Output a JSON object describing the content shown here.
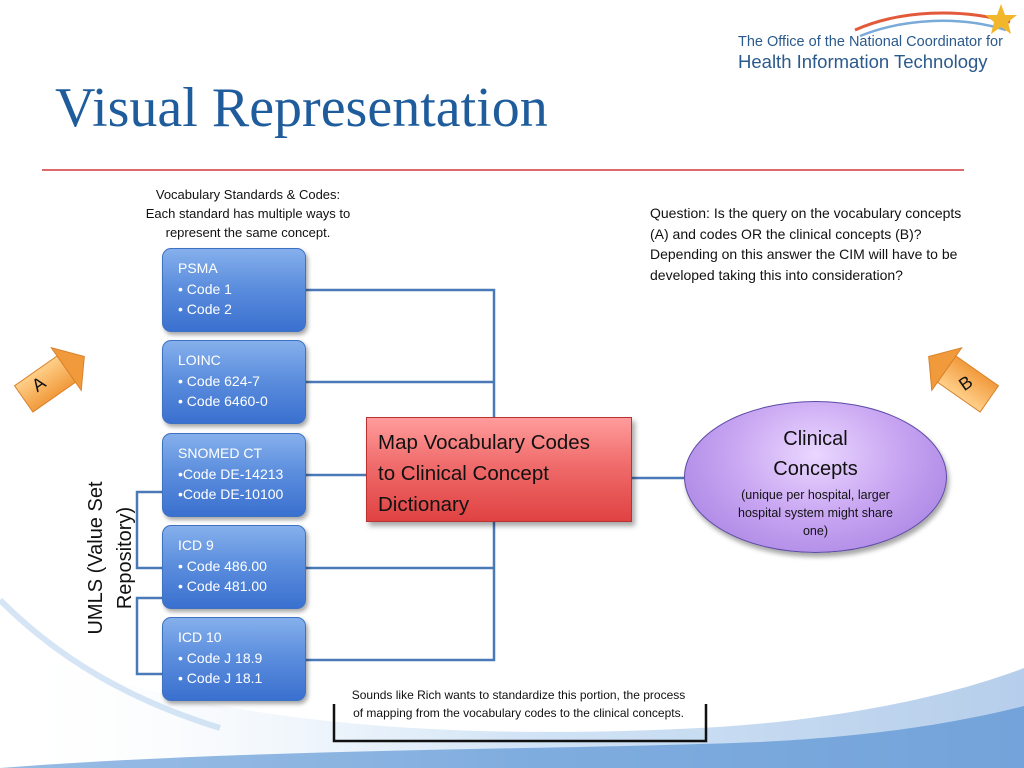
{
  "slide": {
    "title": "Visual Representation",
    "logo": {
      "line1": "The Office of the National Coordinator for",
      "line2": "Health Information Technology",
      "icon": "star-swoosh-icon"
    },
    "vocab_note": [
      "Vocabulary Standards & Codes:",
      "Each standard has multiple ways to",
      "represent the same concept."
    ],
    "question": "Question:  Is the query on the vocabulary concepts (A) and codes OR the clinical concepts (B)?  Depending on this answer the CIM will have to be developed taking this into consideration?",
    "vocab_boxes": [
      {
        "name": "PSMA",
        "lines": [
          "•  Code 1",
          "•  Code 2"
        ]
      },
      {
        "name": "LOINC",
        "lines": [
          "• Code 624-7",
          "• Code 6460-0"
        ]
      },
      {
        "name": "SNOMED CT",
        "lines": [
          "•Code DE-14213",
          "•Code DE-10100"
        ]
      },
      {
        "name": "ICD 9",
        "lines": [
          "•  Code 486.00",
          "•  Code 481.00"
        ]
      },
      {
        "name": "ICD 10",
        "lines": [
          "•  Code J 18.9",
          "•  Code J 18.1"
        ]
      }
    ],
    "map_box": [
      "Map Vocabulary Codes",
      "to Clinical Concept",
      "Dictionary"
    ],
    "clinical": {
      "title_line1": "Clinical",
      "title_line2": "Concepts",
      "subtitle": "(unique per hospital, larger hospital system might share one)"
    },
    "umls": "UMLS (Value Set Repository)",
    "badge_a": "A",
    "badge_b": "B",
    "bottom_note": "Sounds like Rich wants to standardize this portion,  the process of mapping from the vocabulary codes to the clinical concepts.",
    "colors": {
      "title": "#1f5c9c",
      "divider": "#d0393a",
      "box_blue": "#5d8fde",
      "map_red": "#f06c6c",
      "ellipse_purple": "#c9a6f2",
      "badge_orange": "#f5a84a",
      "connector": "#4a79b8"
    }
  }
}
